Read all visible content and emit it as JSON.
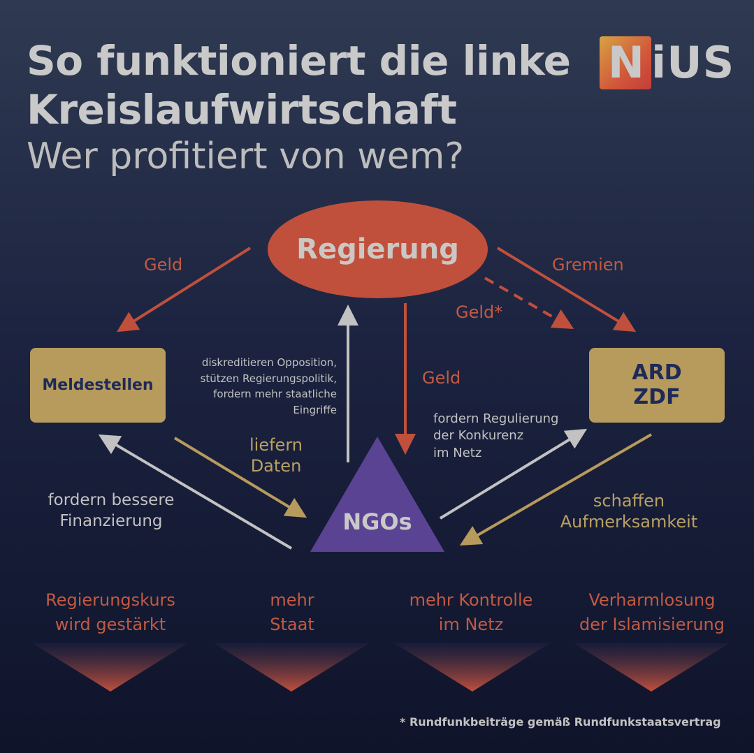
{
  "header": {
    "title_line1": "So funktioniert die linke",
    "title_line2": "Kreislaufwirtschaft",
    "subtitle": "Wer profitiert von wem?"
  },
  "logo": {
    "first_letter": "N",
    "rest": "iUS"
  },
  "nodes": {
    "regierung": "Regierung",
    "meldestellen": "Meldestellen",
    "ard": "ARD",
    "zdf": "ZDF",
    "ngos": "NGOs"
  },
  "edges": {
    "geld_left": "Geld",
    "gremien": "Gremien",
    "geld_star": "Geld*",
    "geld_down": "Geld",
    "ngo_to_regierung": [
      "diskreditieren Opposition,",
      "stützen Regierungspolitik,",
      "fordern mehr staatliche",
      "Eingriffe"
    ],
    "liefern_daten": [
      "liefern",
      "Daten"
    ],
    "fordern_finanzierung": [
      "fordern bessere",
      "Finanzierung"
    ],
    "fordern_regulierung": [
      "fordern Regulierung",
      "der Konkurenz",
      "im Netz"
    ],
    "schaffen_aufmerksamkeit": [
      "schaffen",
      "Aufmerksamkeit"
    ]
  },
  "outcomes": [
    [
      "Regierungskurs",
      "wird gestärkt"
    ],
    [
      "mehr",
      "Staat"
    ],
    [
      "mehr Kontrolle",
      "im Netz"
    ],
    [
      "Verharmlosung",
      "der Islamisierung"
    ]
  ],
  "footnote": "* Rundfunkbeiträge gemäß Rundfunkstaatsvertrag",
  "colors": {
    "red": "#c0503c",
    "gold": "#b79b5c",
    "purple": "#5b4393",
    "grey": "#c2c2c2",
    "navy": "#1e2a57"
  }
}
